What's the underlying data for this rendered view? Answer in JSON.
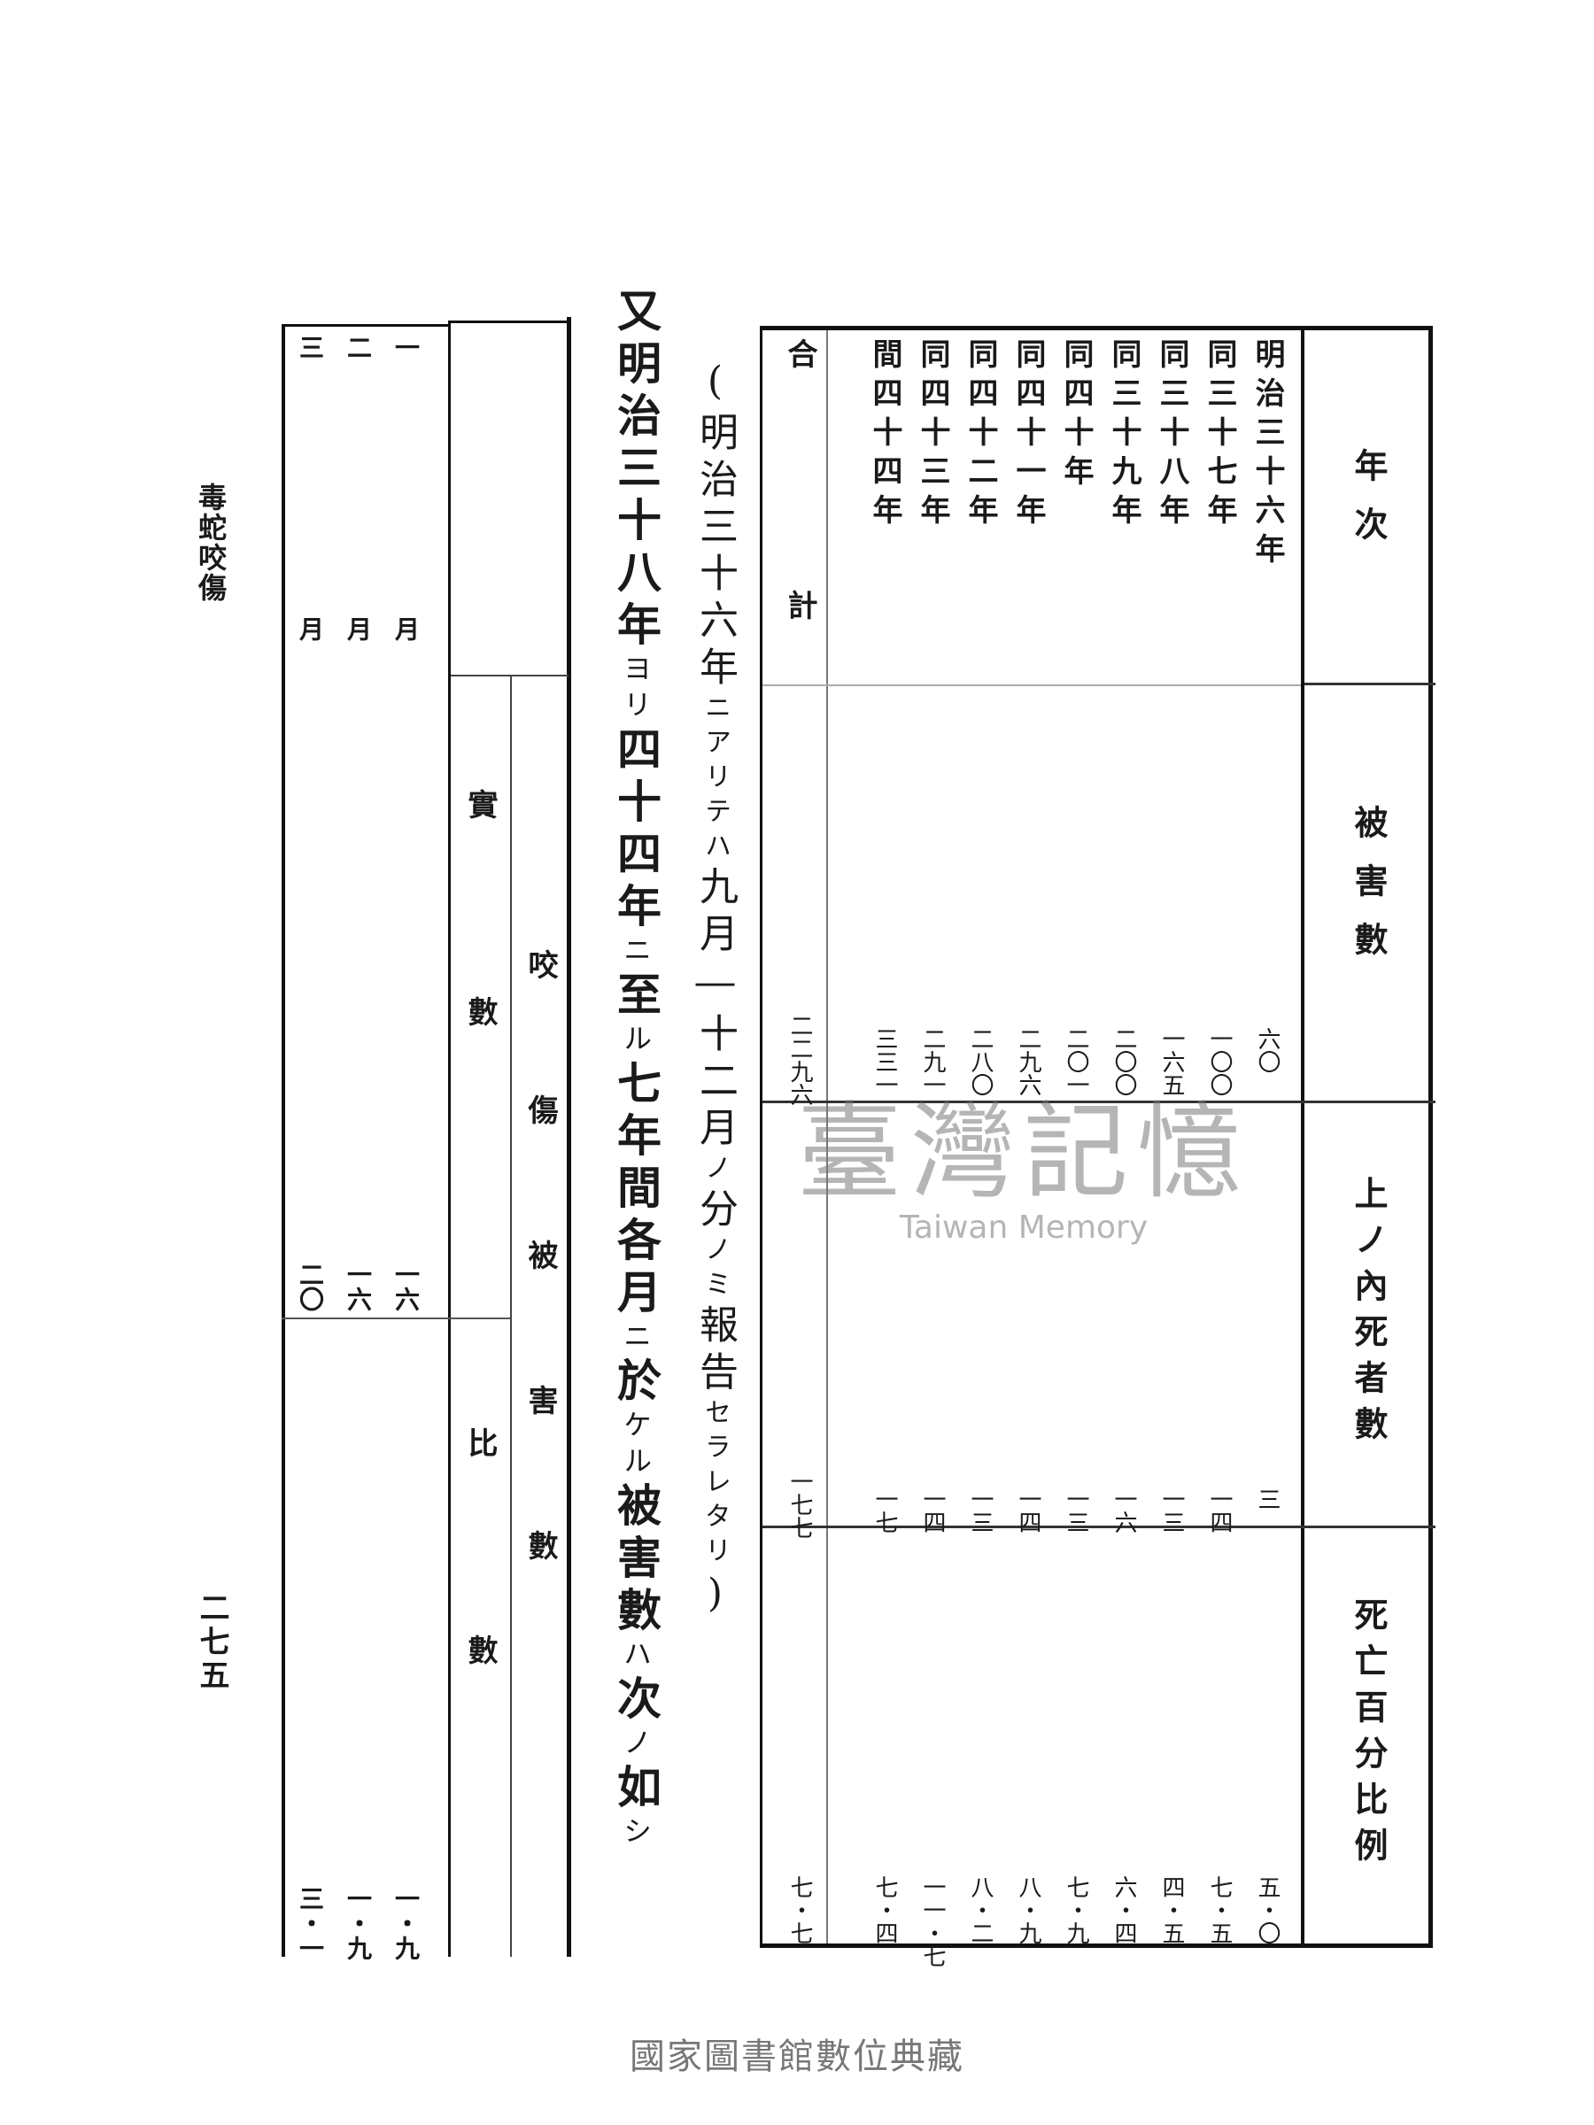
{
  "running_head": "毒蛇咬傷",
  "page_number": "二七五",
  "note": {
    "open": "(",
    "date": "明治三十六年",
    "kana1": "ニアリテハ",
    "months": "九月―十二月",
    "kana2": "ノ",
    "bun": "分",
    "kana3": "ノミ",
    "hokoku": "報告",
    "kana4": "セラレタリ",
    "close": ")"
  },
  "main_text": {
    "part1": "又明治三十八年",
    "kana1": "ヨリ",
    "part2": "四十四年",
    "kana2": "ニ",
    "part3": "至",
    "kana3": "ル",
    "part4": "七年間各月",
    "kana4": "ニ",
    "part5": "於",
    "kana5": "ケル",
    "part6": "被害數",
    "kana6": "ハ",
    "part7": "次",
    "kana7": "ノ",
    "part8": "如",
    "kana8": "シ"
  },
  "right_table": {
    "headers": {
      "year": "年次",
      "victims": "被害數",
      "deaths": "上ノ內死者數",
      "rate": "死亡百分比例"
    },
    "rows": [
      {
        "year": "明治三十六年",
        "victims": "六〇",
        "deaths": "三",
        "rate": "五・〇"
      },
      {
        "year": "同三十七年",
        "victims": "一〇〇",
        "deaths": "一四",
        "rate": "七・五"
      },
      {
        "year": "同三十八年",
        "victims": "一六五",
        "deaths": "一三",
        "rate": "四・五"
      },
      {
        "year": "同三十九年",
        "victims": "二〇〇",
        "deaths": "一六",
        "rate": "六・四"
      },
      {
        "year": "同四十年",
        "victims": "二〇一",
        "deaths": "一三",
        "rate": "七・九"
      },
      {
        "year": "同四十一年",
        "victims": "二九六",
        "deaths": "一四",
        "rate": "八・九"
      },
      {
        "year": "同四十二年",
        "victims": "二八〇",
        "deaths": "一三",
        "rate": "八・二"
      },
      {
        "year": "同四十三年",
        "victims": "二九一",
        "deaths": "一四",
        "rate": "一一・七"
      },
      {
        "year": "間四十四年",
        "victims": "三三一",
        "deaths": "一七",
        "rate": "七・四"
      }
    ],
    "total": {
      "label": "合計",
      "victims": "二二九六",
      "deaths": "一七七",
      "rate": "七・七"
    }
  },
  "left_table": {
    "headers": {
      "group": "咬傷被害數",
      "actual": "實數",
      "ratio": "比數"
    },
    "rows": [
      {
        "month": "一月",
        "actual": "一六",
        "ratio": "一・九"
      },
      {
        "month": "二月",
        "actual": "一六",
        "ratio": "一・九"
      },
      {
        "month": "三月",
        "actual": "二〇",
        "ratio": "三・一"
      }
    ]
  },
  "watermark": {
    "cn": "臺灣記憶",
    "en": "Taiwan Memory"
  },
  "footer": "國家圖書館數位典藏"
}
